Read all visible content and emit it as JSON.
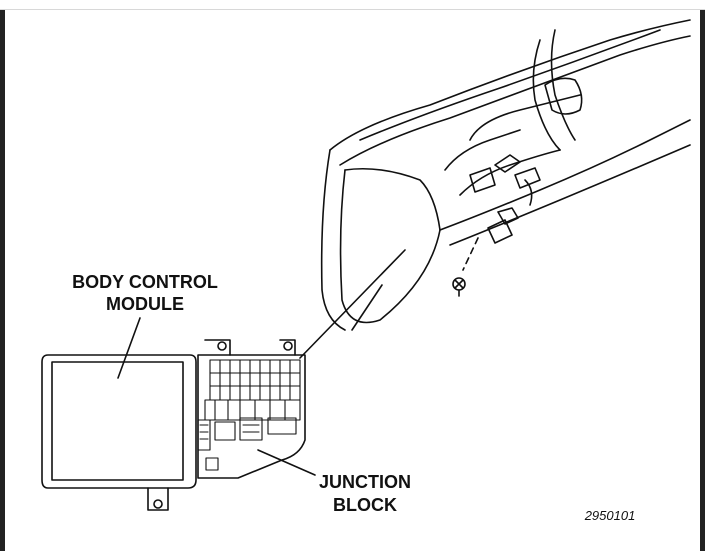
{
  "diagram": {
    "labels": {
      "body_control_module_line1": "BODY CONTROL",
      "body_control_module_line2": "MODULE",
      "junction_block_line1": "JUNCTION",
      "junction_block_line2": "BLOCK",
      "figure_number": "2950101"
    },
    "colors": {
      "ink": "#111111",
      "paper": "#ffffff",
      "frame": "#222222"
    }
  }
}
